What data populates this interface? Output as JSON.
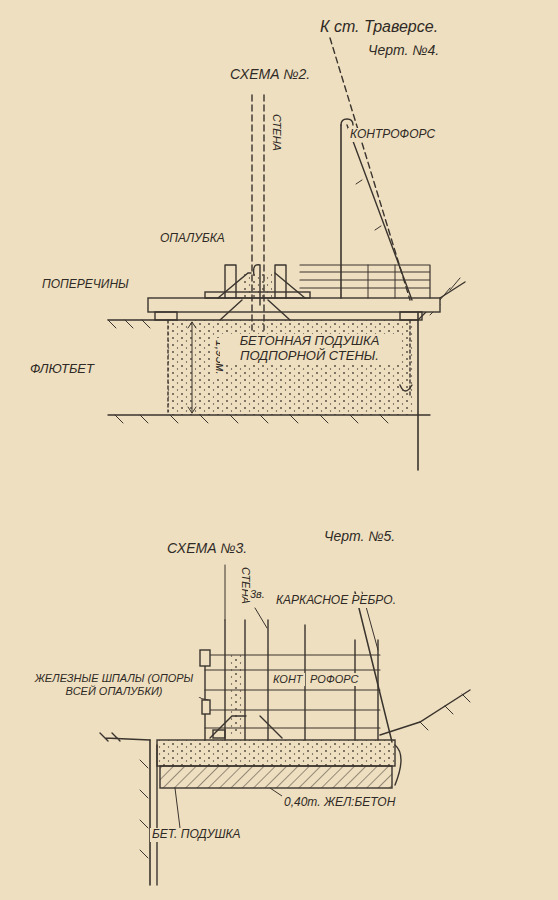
{
  "diagram": {
    "labels": [
      "К ст. Траверсе.",
      "Черт. №4.",
      "СХЕМА №2.",
      "СТЕНА",
      "КОНТРОФОРС",
      "ОПАЛУБКА",
      "ПОПЕРЕЧИНЫ",
      "ФЛЮТБЕТ",
      "1,95м.",
      "БЕТОННАЯ ПОДУШКА ПОДПОРНОЙ СТЕНЫ.",
      "СХЕМА №3.",
      "Черт. №5.",
      "СТЕНА",
      "3в.",
      "КАРКАСНОЕ РЕБРО.",
      "ЖЕЛЕЗНЫЕ ШПАЛЫ (ОПОРЫ ВСЕЙ ОПАЛУБКИ)",
      "КОНТ",
      "РОФОРС",
      "0,40т. ЖЕЛ:БЕТОН",
      "БЕТ. ПОДУШКА"
    ]
  }
}
